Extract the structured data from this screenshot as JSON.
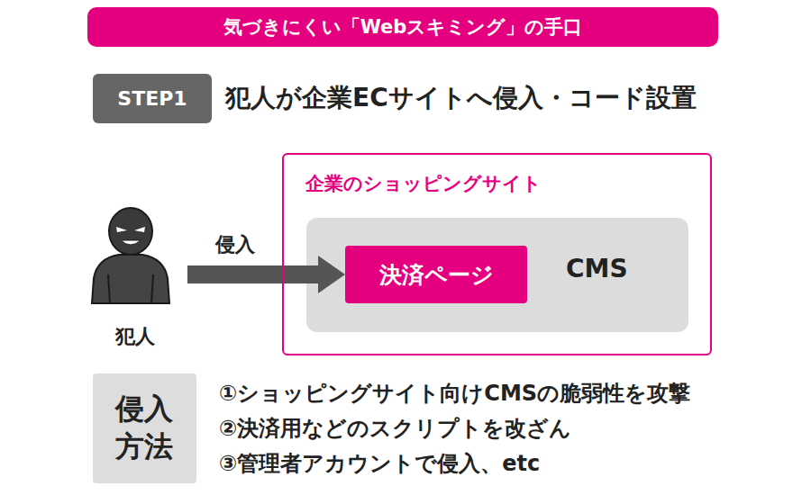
{
  "diagram": {
    "title": "気づきにくい「Webスキミング」の手口",
    "nodes": [
      {
        "text": [
          "STEP1"
        ]
      },
      {
        "text": [
          "犯人"
        ]
      },
      {
        "text": [
          "企業のショッピングサイト"
        ]
      },
      {
        "text": [
          "CMS"
        ],
        "in": 2
      },
      {
        "text": [
          "決済ページ"
        ],
        "in": 3
      },
      {
        "text": [
          "侵入 方法"
        ]
      }
    ],
    "edges": [
      {
        "from": 1,
        "to": 4,
        "label": "侵入",
        "arrow": "to"
      }
    ],
    "labels": [
      "犯人が企業ECサイトへ侵入・コード設置",
      "①ショッピングサイト向けCMSの脆弱性を攻撃",
      "②決済用などのスクリプトを改ざん",
      "③管理者アカウントで侵入、etc"
    ]
  }
}
